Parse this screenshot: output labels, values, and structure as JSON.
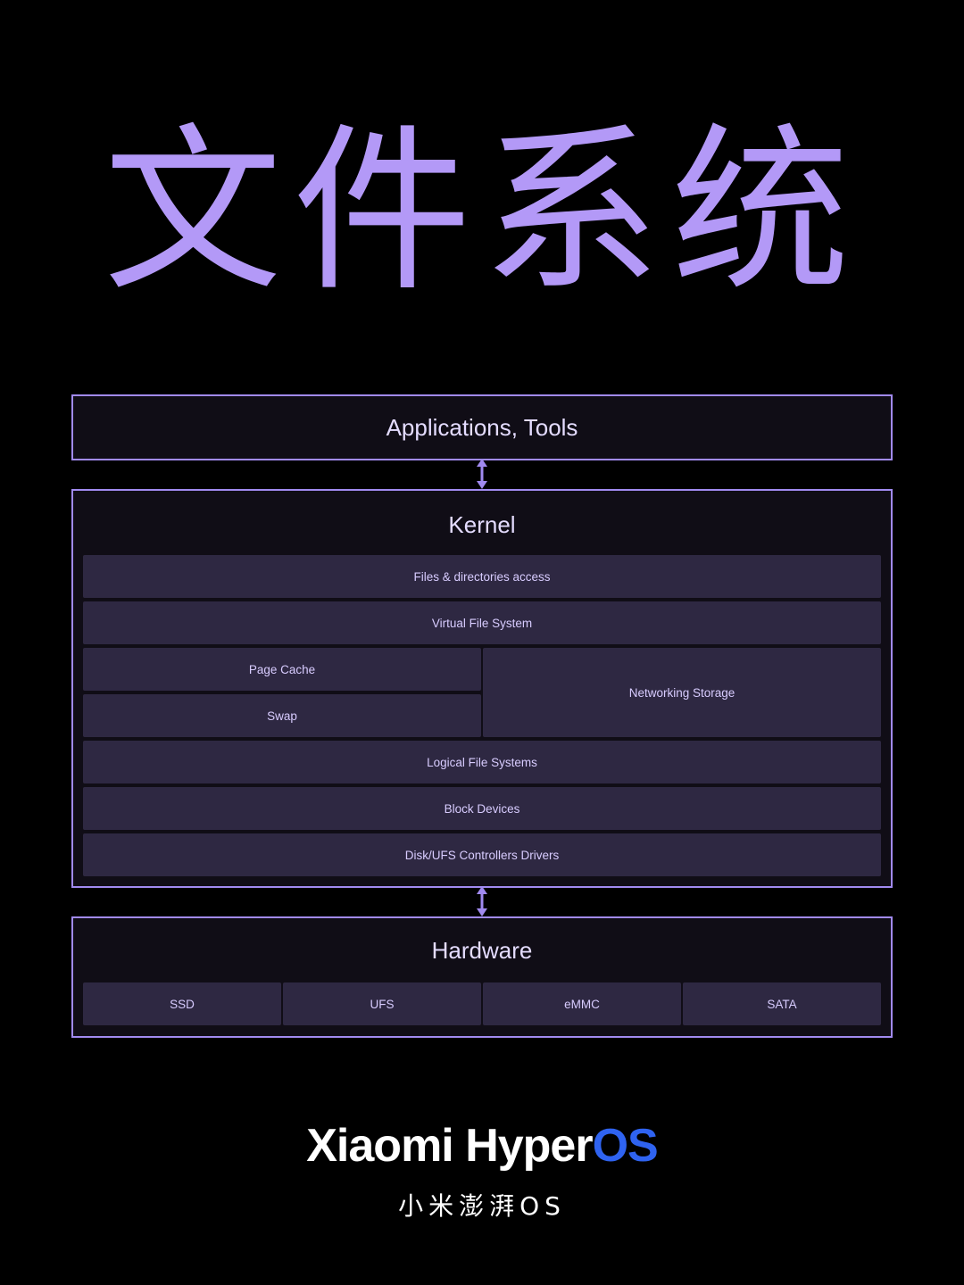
{
  "title": "文件系统",
  "diagram": {
    "applications": {
      "label": "Applications, Tools"
    },
    "kernel": {
      "label": "Kernel",
      "files_access": "Files & directories access",
      "virtual_fs": "Virtual File System",
      "page_cache": "Page Cache",
      "swap": "Swap",
      "networking_storage": "Networking Storage",
      "logical_fs": "Logical File Systems",
      "block_devices": "Block Devices",
      "controllers_drivers": "Disk/UFS Controllers Drivers"
    },
    "hardware": {
      "label": "Hardware",
      "items": [
        "SSD",
        "UFS",
        "eMMC",
        "SATA"
      ]
    }
  },
  "branding": {
    "brand_main": "Xiaomi Hyper",
    "brand_accent": "OS",
    "subtitle": "小米澎湃OS"
  },
  "colors": {
    "title": "#b399f7",
    "border": "#a18af0",
    "cell_bg": "#2e2842",
    "box_bg": "#100d16",
    "brand_accent": "#2f63f0"
  }
}
